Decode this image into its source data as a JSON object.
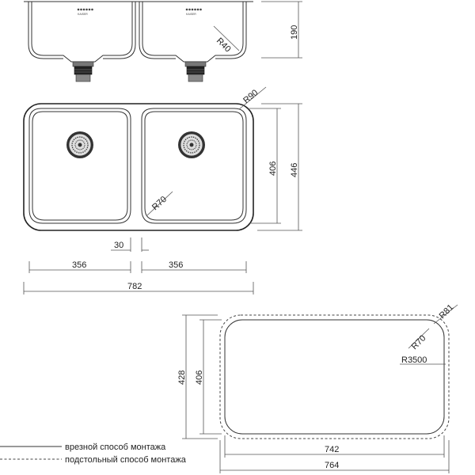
{
  "side_view": {
    "height_dim": "190",
    "bowl_radius": "R40"
  },
  "top_view": {
    "outer_radius": "R90",
    "inner_radius": "R70",
    "bowl_height": "406",
    "total_height": "446",
    "gap_dim": "30",
    "bowl_left_width": "356",
    "bowl_right_width": "356",
    "total_width": "782",
    "brand_text": "KAISER"
  },
  "cutout": {
    "radius_outer": "R81",
    "radius_inner": "R70",
    "corner_radius_large": "R3500",
    "height_outer": "428",
    "height_inner": "406",
    "width_inner": "742",
    "width_outer": "764"
  },
  "legend": {
    "solid_label": "врезной способ монтажа",
    "dashed_label": "подстольный способ монтажа"
  }
}
